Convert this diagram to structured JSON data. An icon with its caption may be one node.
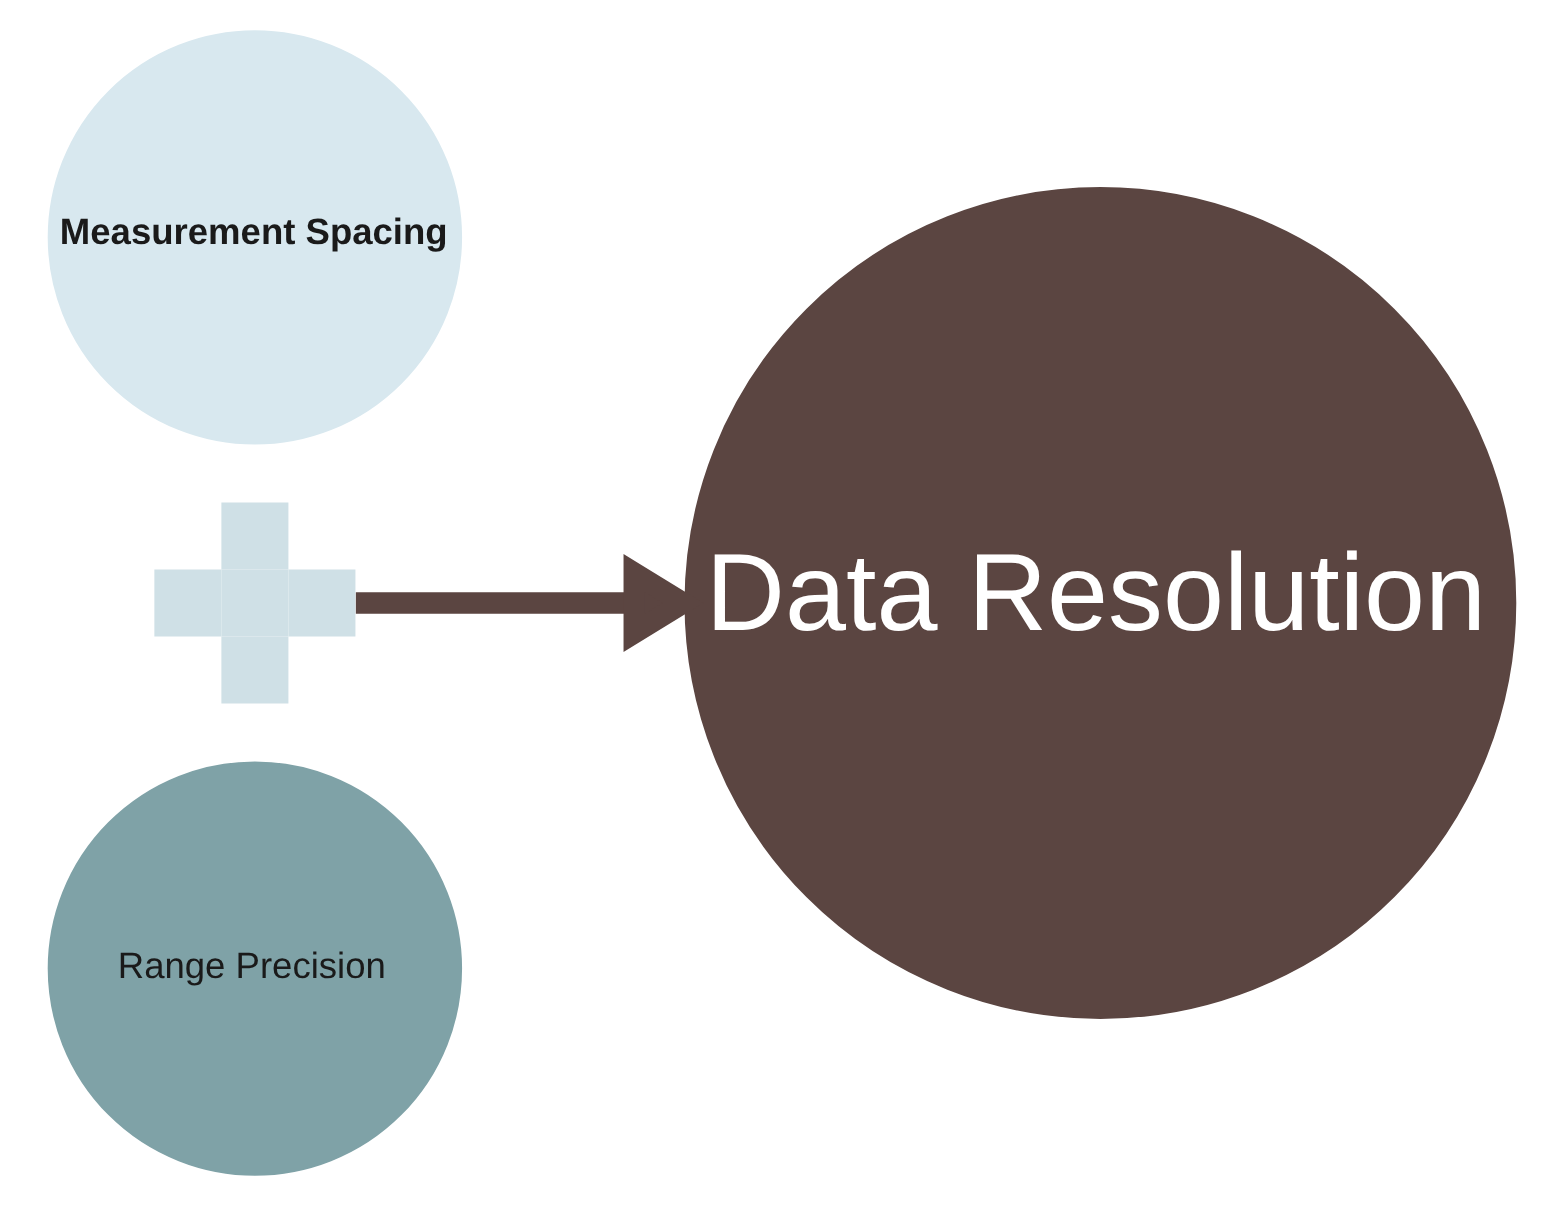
{
  "diagram": {
    "nodes": [
      {
        "text": [
          "Measurement Spacing"
        ]
      },
      {
        "text": [
          "Range Precision"
        ]
      },
      {
        "text": [],
        "shape": "cross"
      },
      {
        "text": [
          "Data Resolution"
        ]
      }
    ],
    "edges": [
      {
        "from": 2,
        "to": 3,
        "arrow": "to"
      }
    ]
  }
}
